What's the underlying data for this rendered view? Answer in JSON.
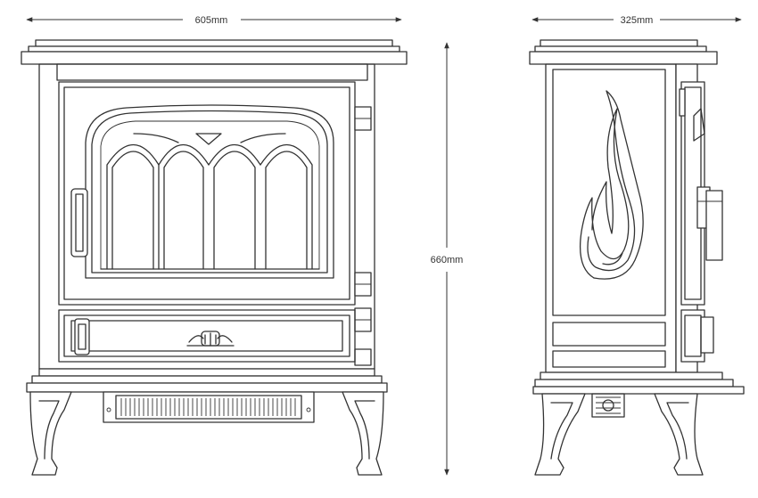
{
  "dimensions": {
    "width": "605mm",
    "depth": "325mm",
    "height": "660mm"
  },
  "colors": {
    "line": "#333333",
    "background": "#ffffff"
  }
}
